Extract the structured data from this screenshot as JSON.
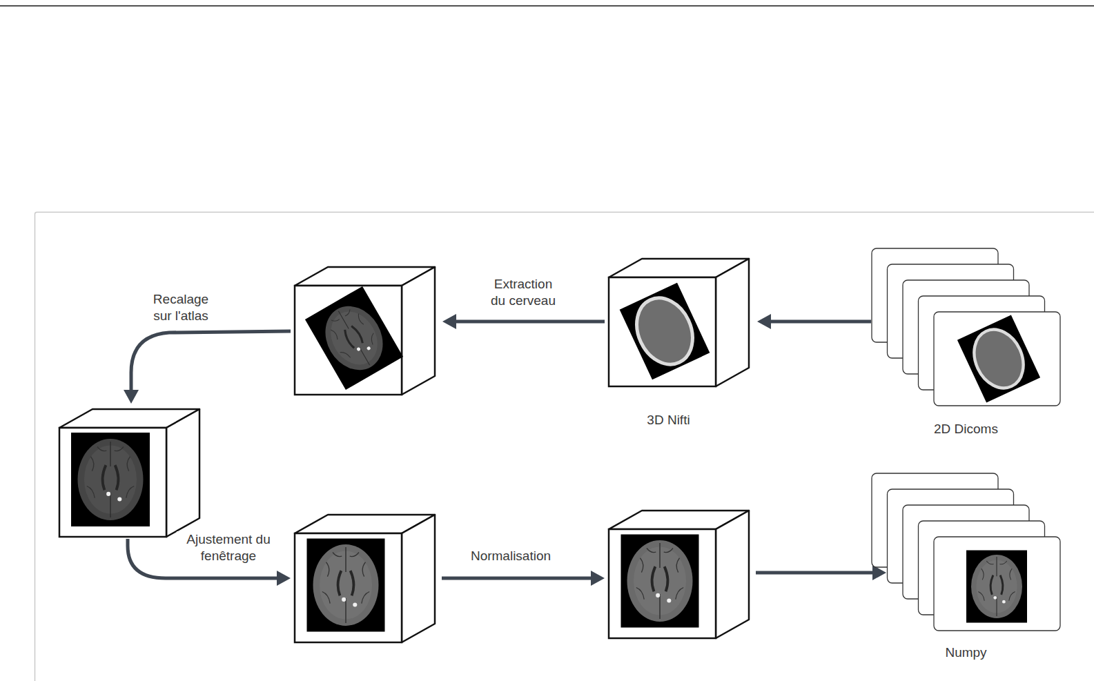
{
  "diagram": {
    "nodes": [
      {
        "text": []
      },
      {
        "text": [
          "3D Nifti"
        ]
      },
      {
        "text": [
          "2D Dicoms"
        ]
      },
      {
        "text": []
      },
      {
        "text": []
      },
      {
        "text": []
      },
      {
        "text": [
          "Numpy"
        ]
      }
    ],
    "edges": [
      {
        "from": 2,
        "to": 1,
        "arrow": "to"
      },
      {
        "from": 1,
        "to": 0,
        "arrow": "to",
        "label": "Extraction du cerveau"
      },
      {
        "from": 0,
        "to": 3,
        "arrow": "to",
        "label": "Recalage sur l'atlas"
      },
      {
        "from": 3,
        "to": 4,
        "arrow": "to",
        "label": "Ajustement du fenêtrage"
      },
      {
        "from": 4,
        "to": 5,
        "arrow": "to",
        "label": "Normalisation"
      },
      {
        "from": 5,
        "to": 6,
        "arrow": "to"
      }
    ]
  }
}
